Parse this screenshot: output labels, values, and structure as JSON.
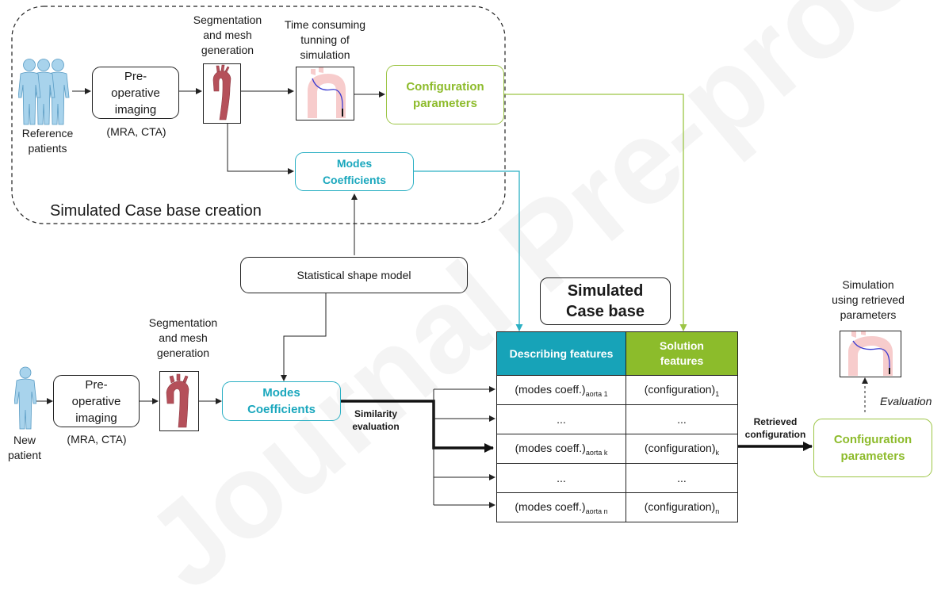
{
  "watermark": "Journal Pre-proof",
  "top_section": {
    "title": "Simulated Case base creation",
    "reference_patients": "Reference\npatients",
    "preop_box": "Pre-\noperative\nimaging",
    "preop_note": "(MRA, CTA)",
    "segmentation_label": "Segmentation\nand mesh\ngeneration",
    "tuning_label": "Time consuming\ntunning of\nsimulation",
    "config_box": "Configuration\nparameters",
    "modes_box": "Modes\nCoefficients"
  },
  "ssm_box": "Statistical shape model",
  "bottom_section": {
    "new_patient": "New\npatient",
    "preop_box": "Pre-\noperative\nimaging",
    "preop_note": "(MRA, CTA)",
    "segmentation_label": "Segmentation\nand mesh\ngeneration",
    "modes_box": "Modes\nCoefficients",
    "similarity_label": "Similarity\nevaluation"
  },
  "case_base": {
    "title": "Simulated\nCase base",
    "headers": {
      "describing": "Describing features",
      "solution": "Solution\nfeatures"
    },
    "rows": [
      {
        "desc": "(modes coeff.)",
        "desc_sub": "aorta 1",
        "sol": "(configuration)",
        "sol_sub": "1"
      },
      {
        "desc": "...",
        "desc_sub": "",
        "sol": "...",
        "sol_sub": ""
      },
      {
        "desc": "(modes coeff.)",
        "desc_sub": "aorta k",
        "sol": "(configuration)",
        "sol_sub": "k"
      },
      {
        "desc": "...",
        "desc_sub": "",
        "sol": "...",
        "sol_sub": ""
      },
      {
        "desc": "(modes coeff.)",
        "desc_sub": "aorta n",
        "sol": "(configuration)",
        "sol_sub": "n"
      }
    ]
  },
  "retrieved_label": "Retrieved\nconfiguration",
  "output_config_box": "Configuration\nparameters",
  "evaluation_label": "Evaluation",
  "sim_retrieved_label": "Simulation\nusing retrieved\nparameters",
  "colors": {
    "teal": "#17a3b8",
    "green": "#8cbc2b",
    "aorta": "#b5505a",
    "vessel_bg": "#f7cccc",
    "catheter": "#3a3ad0"
  },
  "icons": [
    "person-group-icon",
    "person-icon",
    "aorta-mesh-icon",
    "simulation-thumbnail-icon"
  ]
}
